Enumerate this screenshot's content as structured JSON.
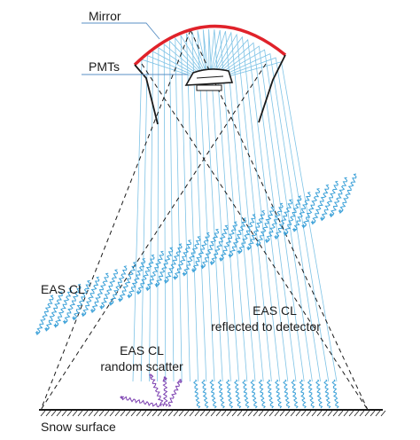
{
  "labels": {
    "mirror": "Mirror",
    "pmts": "PMTs",
    "eas_cl_left": "EAS CL",
    "eas_cl_reflected_line1": "EAS CL",
    "eas_cl_reflected_line2": "reflected to detector",
    "eas_cl_scatter_line1": "EAS CL",
    "eas_cl_scatter_line2": "random scatter",
    "snow_surface": "Snow surface"
  },
  "colors": {
    "mirror": "#e0222a",
    "rays": "#7ec3e6",
    "wavy_light": "#3aa0d8",
    "scatter": "#7b3fb0",
    "outline": "#1a1a1a",
    "label_leader": "#5a8fc4"
  }
}
